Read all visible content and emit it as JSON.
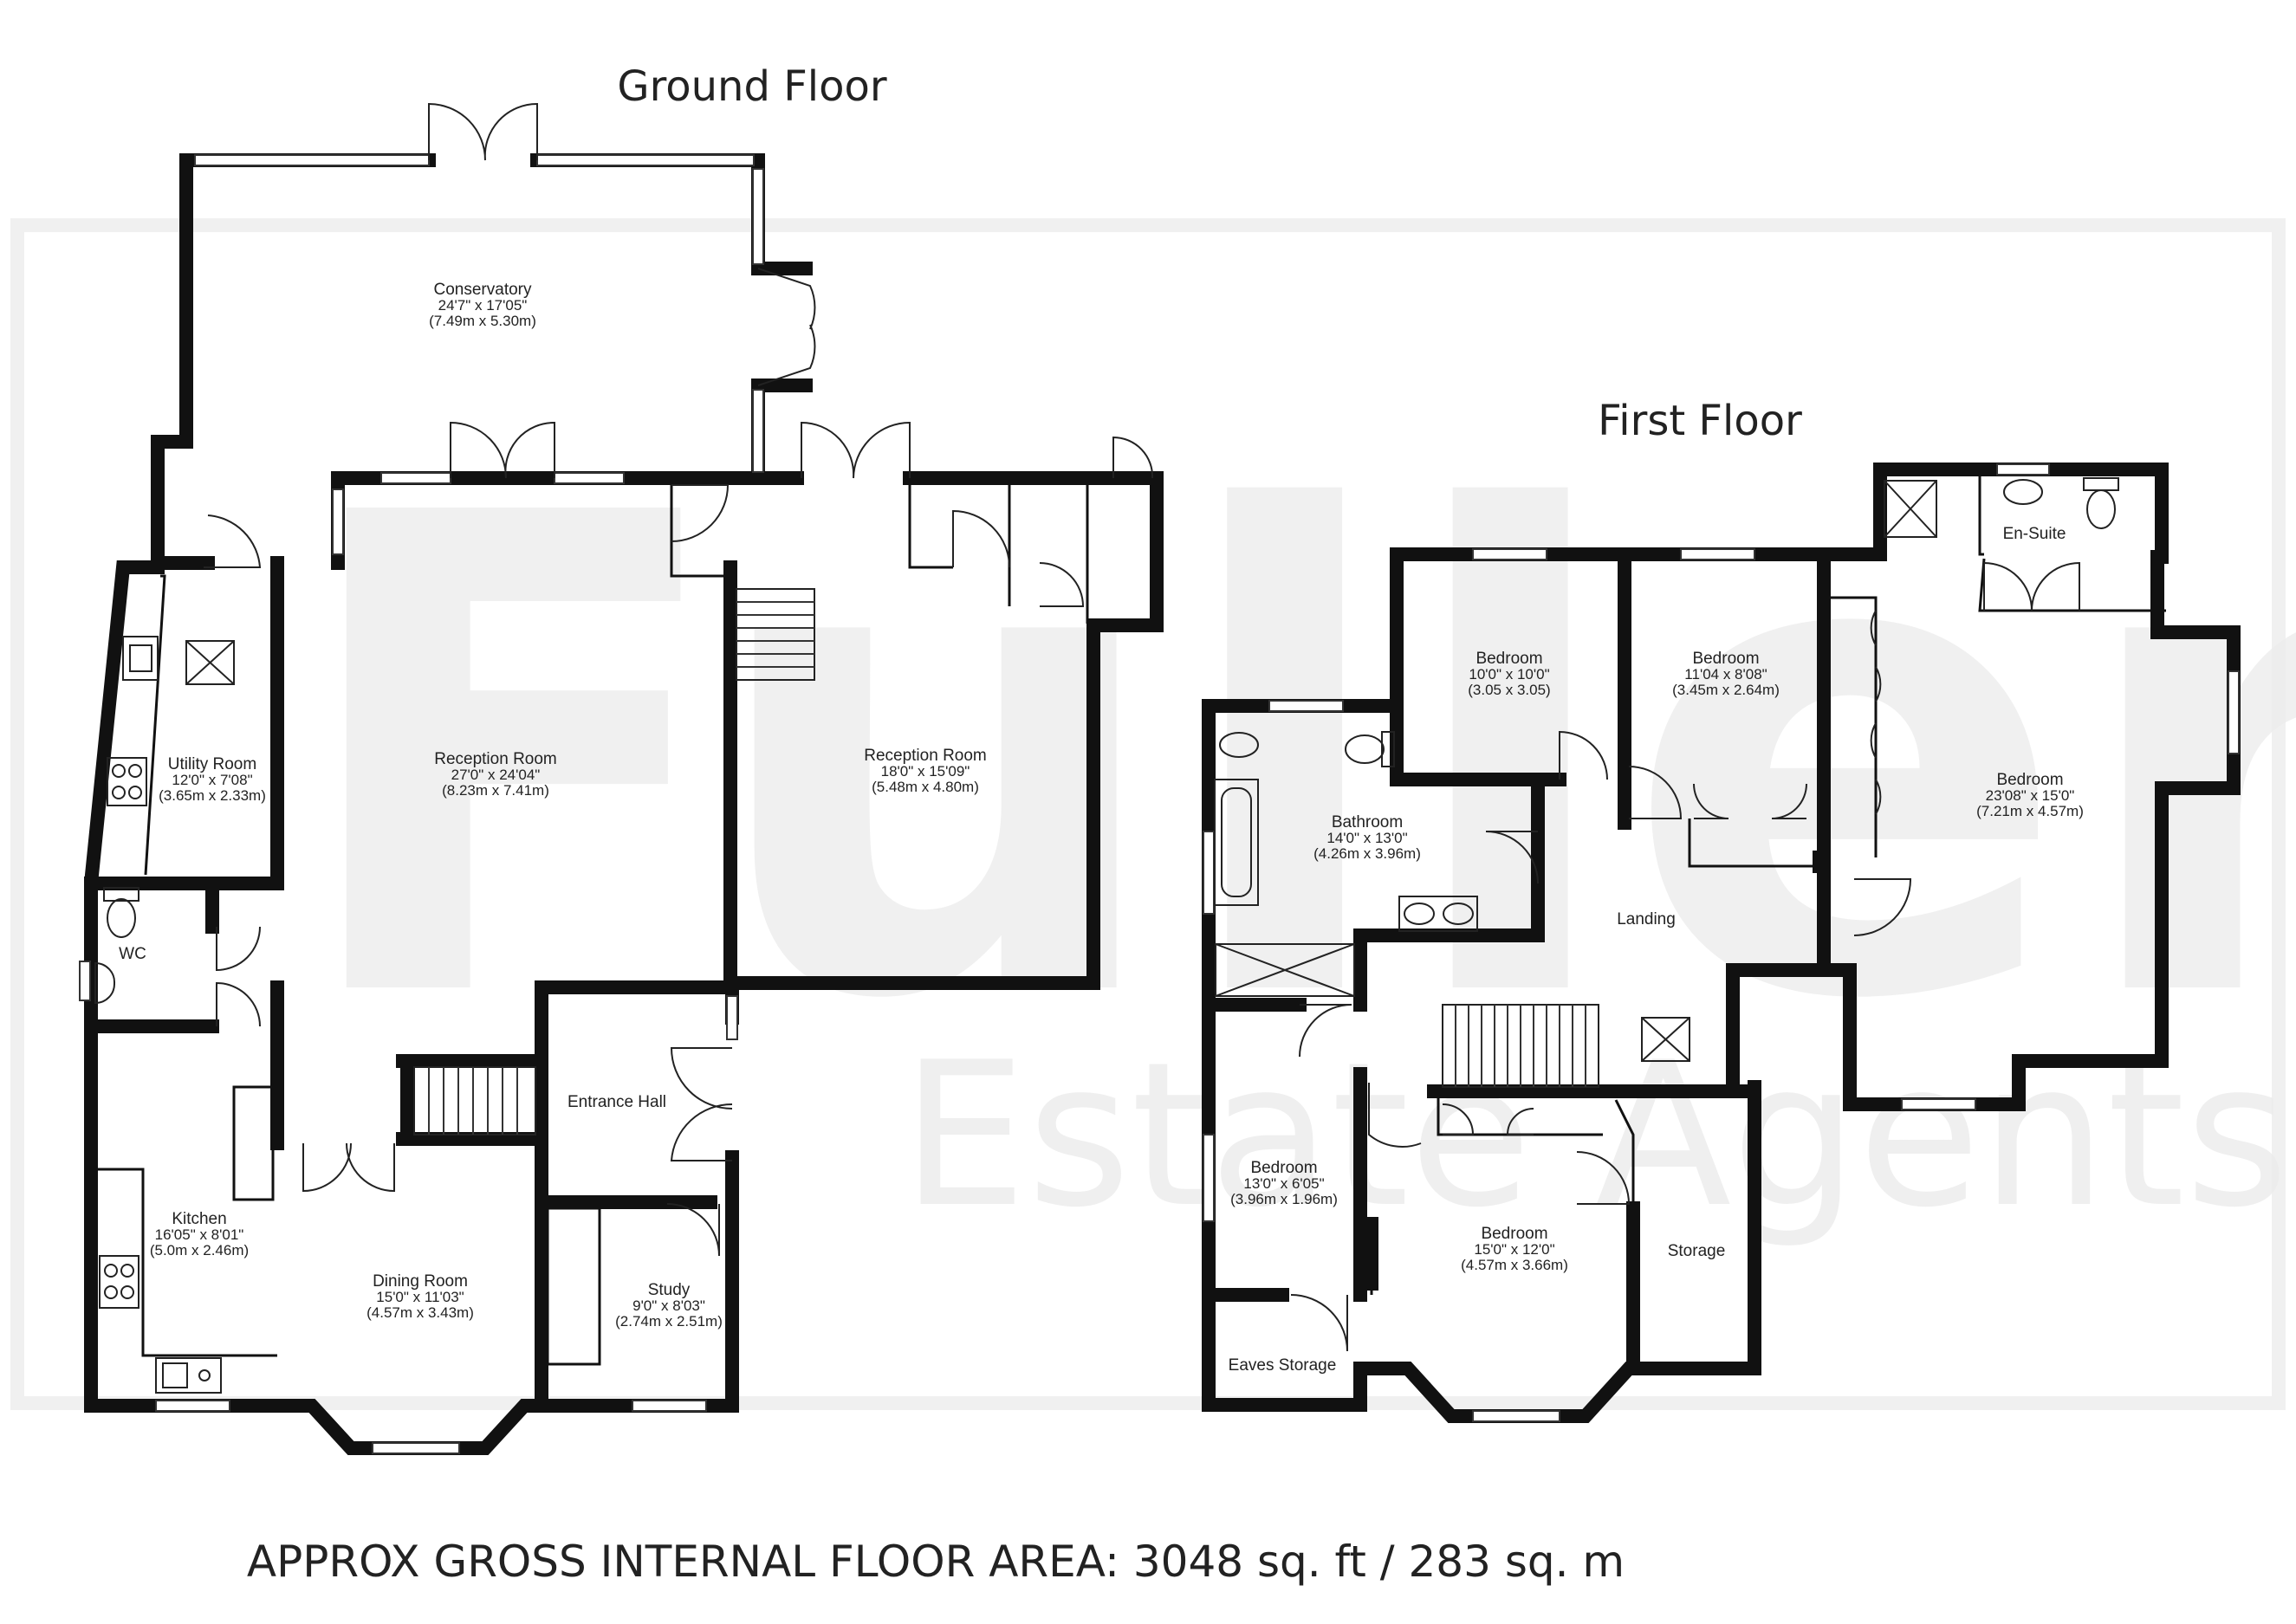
{
  "watermark": {
    "brand": "Fullers",
    "tagline": "Estate Agents"
  },
  "floors": {
    "ground": {
      "title": "Ground Floor",
      "rooms": {
        "conservatory": {
          "name": "Conservatory",
          "imperial": "24'7\" x 17'05\"",
          "metric": "(7.49m x 5.30m)"
        },
        "reception_1": {
          "name": "Reception Room",
          "imperial": "27'0\" x 24'04\"",
          "metric": "(8.23m x 7.41m)"
        },
        "reception_2": {
          "name": "Reception Room",
          "imperial": "18'0\" x 15'09\"",
          "metric": "(5.48m x 4.80m)"
        },
        "utility": {
          "name": "Utility Room",
          "imperial": "12'0\" x 7'08\"",
          "metric": "(3.65m x 2.33m)"
        },
        "wc": {
          "name": "WC"
        },
        "entrance_hall": {
          "name": "Entrance Hall"
        },
        "kitchen": {
          "name": "Kitchen",
          "imperial": "16'05\" x 8'01\"",
          "metric": "(5.0m x 2.46m)"
        },
        "dining": {
          "name": "Dining Room",
          "imperial": "15'0\" x 11'03\"",
          "metric": "(4.57m x 3.43m)"
        },
        "study": {
          "name": "Study",
          "imperial": "9'0\" x 8'03\"",
          "metric": "(2.74m x 2.51m)"
        }
      }
    },
    "first": {
      "title": "First Floor",
      "rooms": {
        "bedroom_a": {
          "name": "Bedroom",
          "imperial": "10'0\" x 10'0\"",
          "metric": "(3.05 x 3.05)"
        },
        "bedroom_b": {
          "name": "Bedroom",
          "imperial": "11'04 x 8'08\"",
          "metric": "(3.45m x 2.64m)"
        },
        "ensuite": {
          "name": "En-Suite"
        },
        "bedroom_main": {
          "name": "Bedroom",
          "imperial": "23'08\" x 15'0\"",
          "metric": "(7.21m x 4.57m)"
        },
        "bathroom": {
          "name": "Bathroom",
          "imperial": "14'0\" x 13'0\"",
          "metric": "(4.26m x 3.96m)"
        },
        "landing": {
          "name": "Landing"
        },
        "bedroom_small": {
          "name": "Bedroom",
          "imperial": "13'0\" x 6'05\"",
          "metric": "(3.96m x 1.96m)"
        },
        "bedroom_front": {
          "name": "Bedroom",
          "imperial": "15'0\" x 12'0\"",
          "metric": "(4.57m x 3.66m)"
        },
        "storage": {
          "name": "Storage"
        },
        "eaves_storage": {
          "name": "Eaves Storage"
        }
      }
    }
  },
  "area": {
    "text": "APPROX GROSS INTERNAL FLOOR AREA:  3048 sq. ft / 283 sq. m"
  }
}
